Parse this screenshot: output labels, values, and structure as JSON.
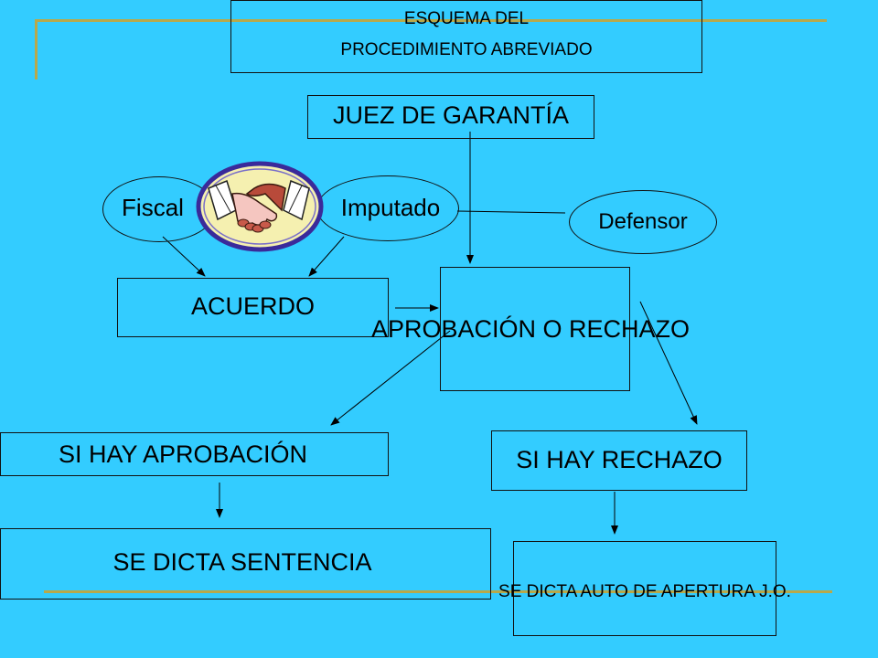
{
  "title": {
    "line1": "ESQUEMA DEL",
    "line2": "PROCEDIMIENTO ABREVIADO"
  },
  "nodes": {
    "juez": "JUEZ DE GARANTÍA",
    "fiscal": "Fiscal",
    "imputado": "Imputado",
    "defensor": "Defensor",
    "acuerdo": "ACUERDO",
    "aprobacion_rechazo": "APROBACIÓN O RECHAZO",
    "si_aprobacion": "SI HAY APROBACIÓN",
    "si_rechazo": "SI HAY RECHAZO",
    "sentencia": "SE DICTA SENTENCIA",
    "auto_apertura": "SE DICTA AUTO DE APERTURA J.O."
  },
  "icons": {
    "handshake": "handshake-icon"
  },
  "colors": {
    "background": "#33CCFF",
    "decor_line": "#B8A84A",
    "handshake_badge": "#F5F0B0",
    "handshake_ring": "#3A2A9A"
  }
}
